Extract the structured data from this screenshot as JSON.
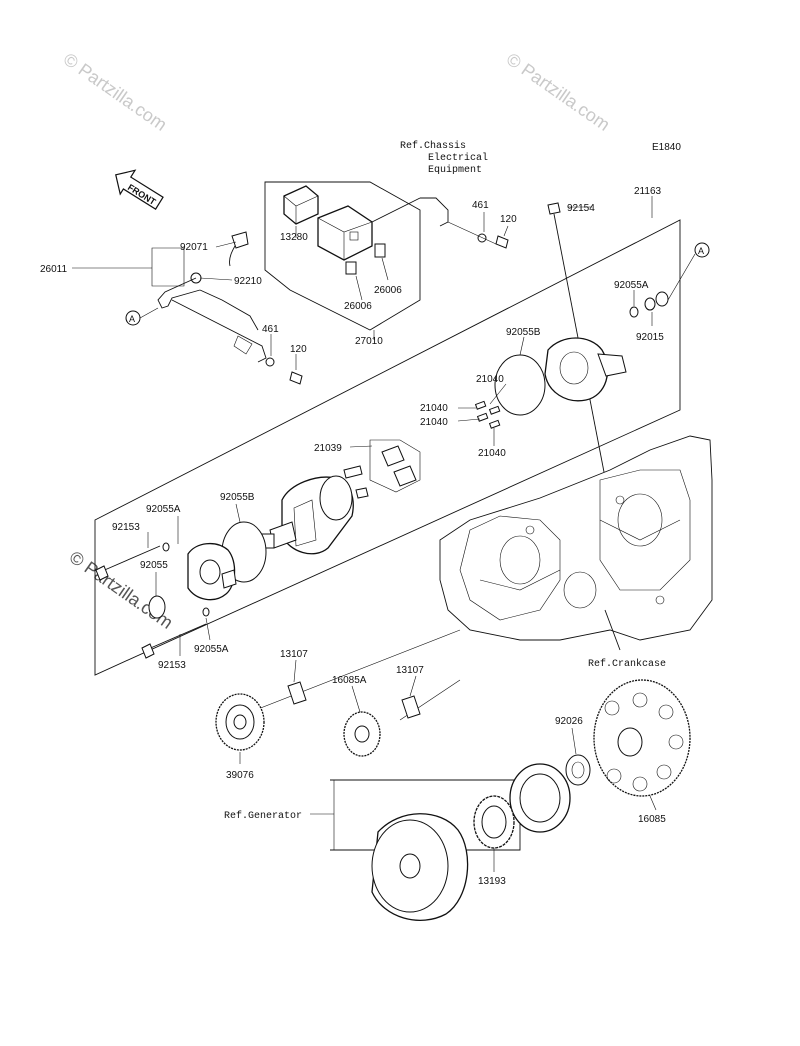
{
  "diagram_code": "E1840",
  "front_label": "FRONT",
  "watermarks": [
    "© Partzilla.com",
    "© Partzilla.com",
    "© Partzilla.com"
  ],
  "ref_labels": {
    "chassis_line1": "Ref.Chassis",
    "chassis_line2": "Electrical",
    "chassis_line3": "Equipment",
    "crankcase": "Ref.Crankcase",
    "generator": "Ref.Generator"
  },
  "connector_marks": [
    "A",
    "A"
  ],
  "parts": {
    "p92071": "92071",
    "p26011": "26011",
    "p92210": "92210",
    "p13280": "13280",
    "p26006a": "26006",
    "p26006b": "26006",
    "p27010": "27010",
    "p461a": "461",
    "p120a": "120",
    "p461b": "461",
    "p120b": "120",
    "p92154": "92154",
    "p21163": "21163",
    "p92055A_top": "92055A",
    "p92015": "92015",
    "p92055B_top": "92055B",
    "p21040_a": "21040",
    "p21040_b": "21040",
    "p21040_c": "21040",
    "p21040_d": "21040",
    "p21039": "21039",
    "p92055A_mid": "92055A",
    "p92055B_mid": "92055B",
    "p92153_top": "92153",
    "p92055": "92055",
    "p92153_bot": "92153",
    "p92055A_bot": "92055A",
    "p13107_a": "13107",
    "p13107_b": "13107",
    "p16085A": "16085A",
    "p39076": "39076",
    "p92026": "92026",
    "p16085": "16085",
    "p13193": "13193"
  }
}
